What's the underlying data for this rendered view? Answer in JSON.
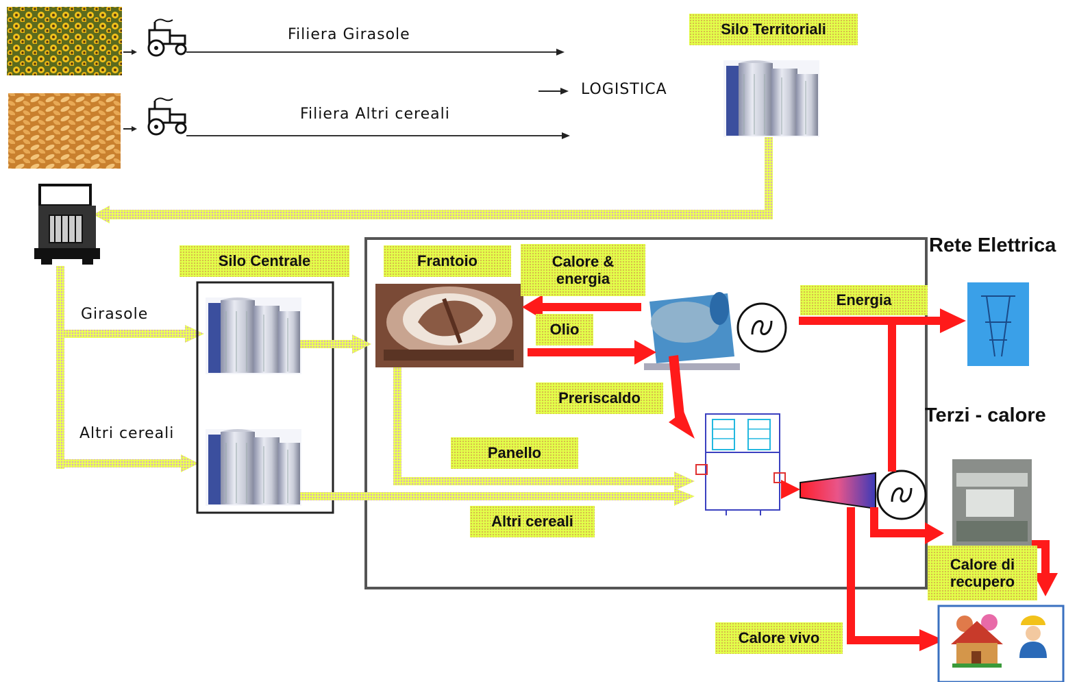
{
  "supply_chains": {
    "sunflower": "Filiera Girasole",
    "other_cereals": "Filiera Altri cereali",
    "logistics": "LOGISTICA"
  },
  "labels": {
    "silo_territorial": "Silo Territoriali",
    "silo_central": "Silo Centrale",
    "oil_mill": "Frantoio",
    "heat_energy": "Calore & energia",
    "oil": "Olio",
    "preheating": "Preriscaldo",
    "panel": "Panello",
    "other_cereals": "Altri cereali",
    "energy": "Energia",
    "recovery_heat": "Calore di recupero",
    "live_heat": "Calore vivo"
  },
  "branches": {
    "sunflower": "Girasole",
    "other_cereals": "Altri cereali"
  },
  "destinations": {
    "power_grid": "Rete Elettrica",
    "third_party_heat": "Terzi - calore"
  },
  "colors": {
    "label_bg": "#e2ff4a",
    "flow_red": "#ff1a1a",
    "flow_dotted": "#e8ff5a",
    "flow_dot": "#d9a8d0",
    "frame": "#555555"
  },
  "icons": [
    "sunflower-field-icon",
    "grain-pile-icon",
    "tractor-icon",
    "truck-icon",
    "silo-icon",
    "oil-press-icon",
    "dryer-icon",
    "generator-icon",
    "boiler-icon",
    "turbine-icon",
    "power-pylon-icon",
    "plant-building-icon",
    "house-people-icon",
    "worker-icon"
  ]
}
